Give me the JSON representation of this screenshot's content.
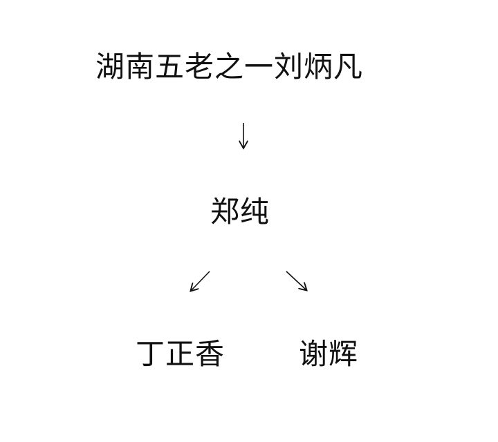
{
  "diagram": {
    "root": "湖南五老之一刘炳凡",
    "middle": "郑纯",
    "children": [
      "丁正香",
      "谢辉"
    ],
    "edges": [
      {
        "from": "湖南五老之一刘炳凡",
        "to": "郑纯"
      },
      {
        "from": "郑纯",
        "to": "丁正香"
      },
      {
        "from": "郑纯",
        "to": "谢辉"
      }
    ]
  }
}
